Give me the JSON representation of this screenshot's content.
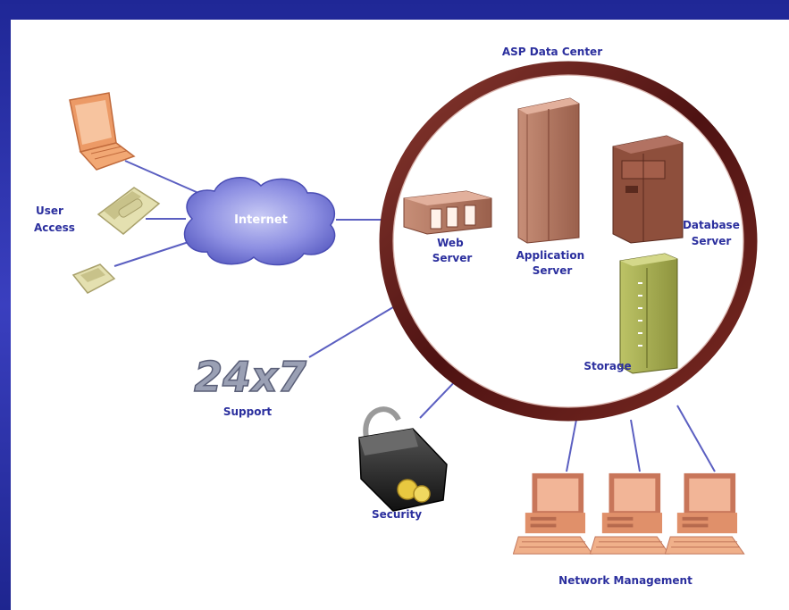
{
  "diagram": {
    "ring_label": "ASP Data Center",
    "labels": {
      "user_access": [
        "User",
        "Access"
      ],
      "internet": "Internet",
      "web_server": [
        "Web",
        "Server"
      ],
      "application_server": [
        "Application",
        "Server"
      ],
      "database_server": [
        "Database",
        "Server"
      ],
      "storage": "Storage",
      "support_badge": "24x7",
      "support": "Support",
      "security": "Security",
      "network_management": "Network Management"
    },
    "icons": [
      "laptop-icon",
      "phone-icon",
      "pager-icon",
      "cloud-icon",
      "web-server-icon",
      "application-server-icon",
      "database-server-icon",
      "storage-icon",
      "padlock-icon",
      "workstation-icon"
    ],
    "colors": {
      "slide_background": "#2b2fa8",
      "ring": "#6b1d1d",
      "connector": "#5b5fc1",
      "text": "#2b2f9e",
      "cloud": "#8d8fe2",
      "server_brown": "#b27a63",
      "storage_green": "#a4aa4f",
      "workstation_orange": "#e0906a",
      "laptop_orange": "#ec9a66"
    }
  }
}
